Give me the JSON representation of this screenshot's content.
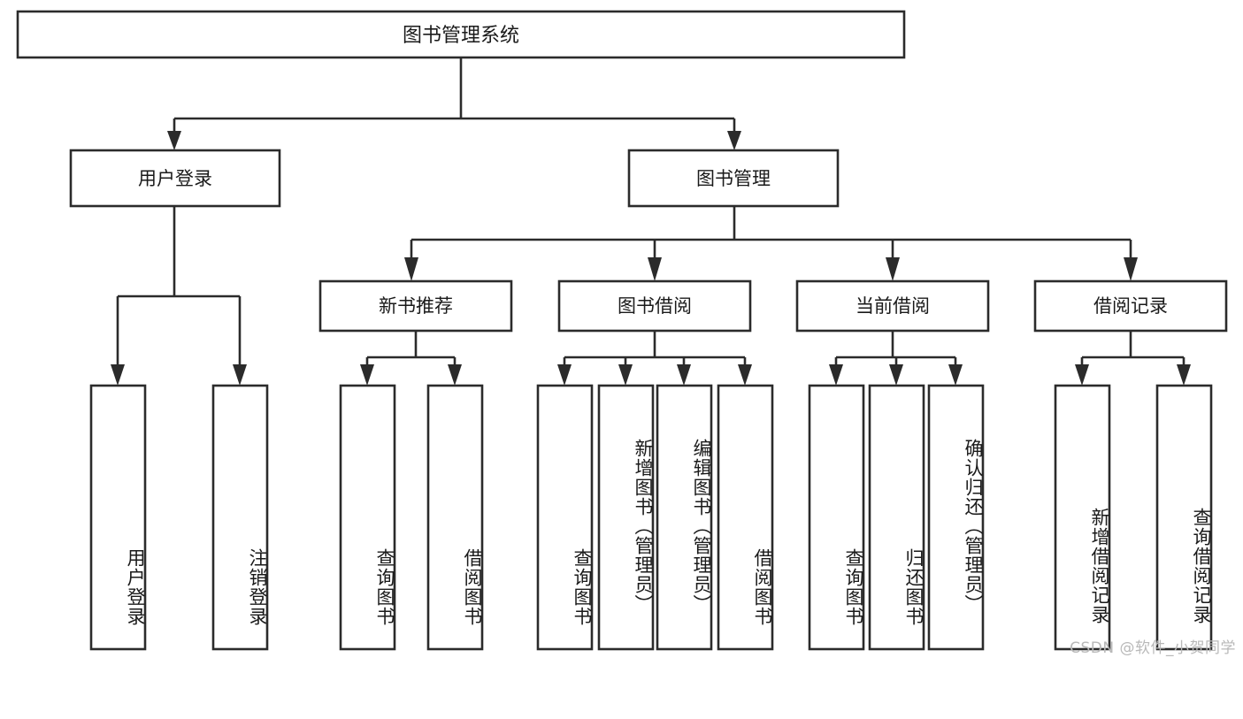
{
  "diagram": {
    "type": "tree",
    "title": "图书管理系统",
    "orientation": "top-down",
    "colors": {
      "box_fill": "#ffffff",
      "box_stroke": "#2b2b2b",
      "text": "#1a1a1a",
      "background": "#ffffff",
      "watermark": "#b9b9b9"
    },
    "root": {
      "label": "图书管理系统"
    },
    "level2": [
      {
        "id": "user-login",
        "label": "用户登录"
      },
      {
        "id": "book-management",
        "label": "图书管理"
      }
    ],
    "level3": [
      {
        "id": "new-book-recommend",
        "label": "新书推荐",
        "parent": "book-management"
      },
      {
        "id": "book-borrow",
        "label": "图书借阅",
        "parent": "book-management"
      },
      {
        "id": "current-borrow",
        "label": "当前借阅",
        "parent": "book-management"
      },
      {
        "id": "borrow-record",
        "label": "借阅记录",
        "parent": "book-management"
      }
    ],
    "leaves": {
      "user-login": [
        {
          "id": "leaf-user-login",
          "label": "用户登录"
        },
        {
          "id": "leaf-logout",
          "label": "注销登录"
        }
      ],
      "new-book-recommend": [
        {
          "id": "leaf-query-book-1",
          "label": "查询图书"
        },
        {
          "id": "leaf-borrow-book-1",
          "label": "借阅图书"
        }
      ],
      "book-borrow": [
        {
          "id": "leaf-query-book-2",
          "label": "查询图书"
        },
        {
          "id": "leaf-add-book",
          "label": "新增图书（管理员）"
        },
        {
          "id": "leaf-edit-book",
          "label": "编辑图书（管理员）"
        },
        {
          "id": "leaf-borrow-book-2",
          "label": "借阅图书"
        }
      ],
      "current-borrow": [
        {
          "id": "leaf-query-book-3",
          "label": "查询图书"
        },
        {
          "id": "leaf-return-book",
          "label": "归还图书"
        },
        {
          "id": "leaf-confirm-return",
          "label": "确认归还（管理员）"
        }
      ],
      "borrow-record": [
        {
          "id": "leaf-add-record",
          "label": "新增借阅记录"
        },
        {
          "id": "leaf-query-record",
          "label": "查询借阅记录"
        }
      ]
    }
  },
  "watermark": {
    "text": "CSDN @软件_小贺同学"
  }
}
